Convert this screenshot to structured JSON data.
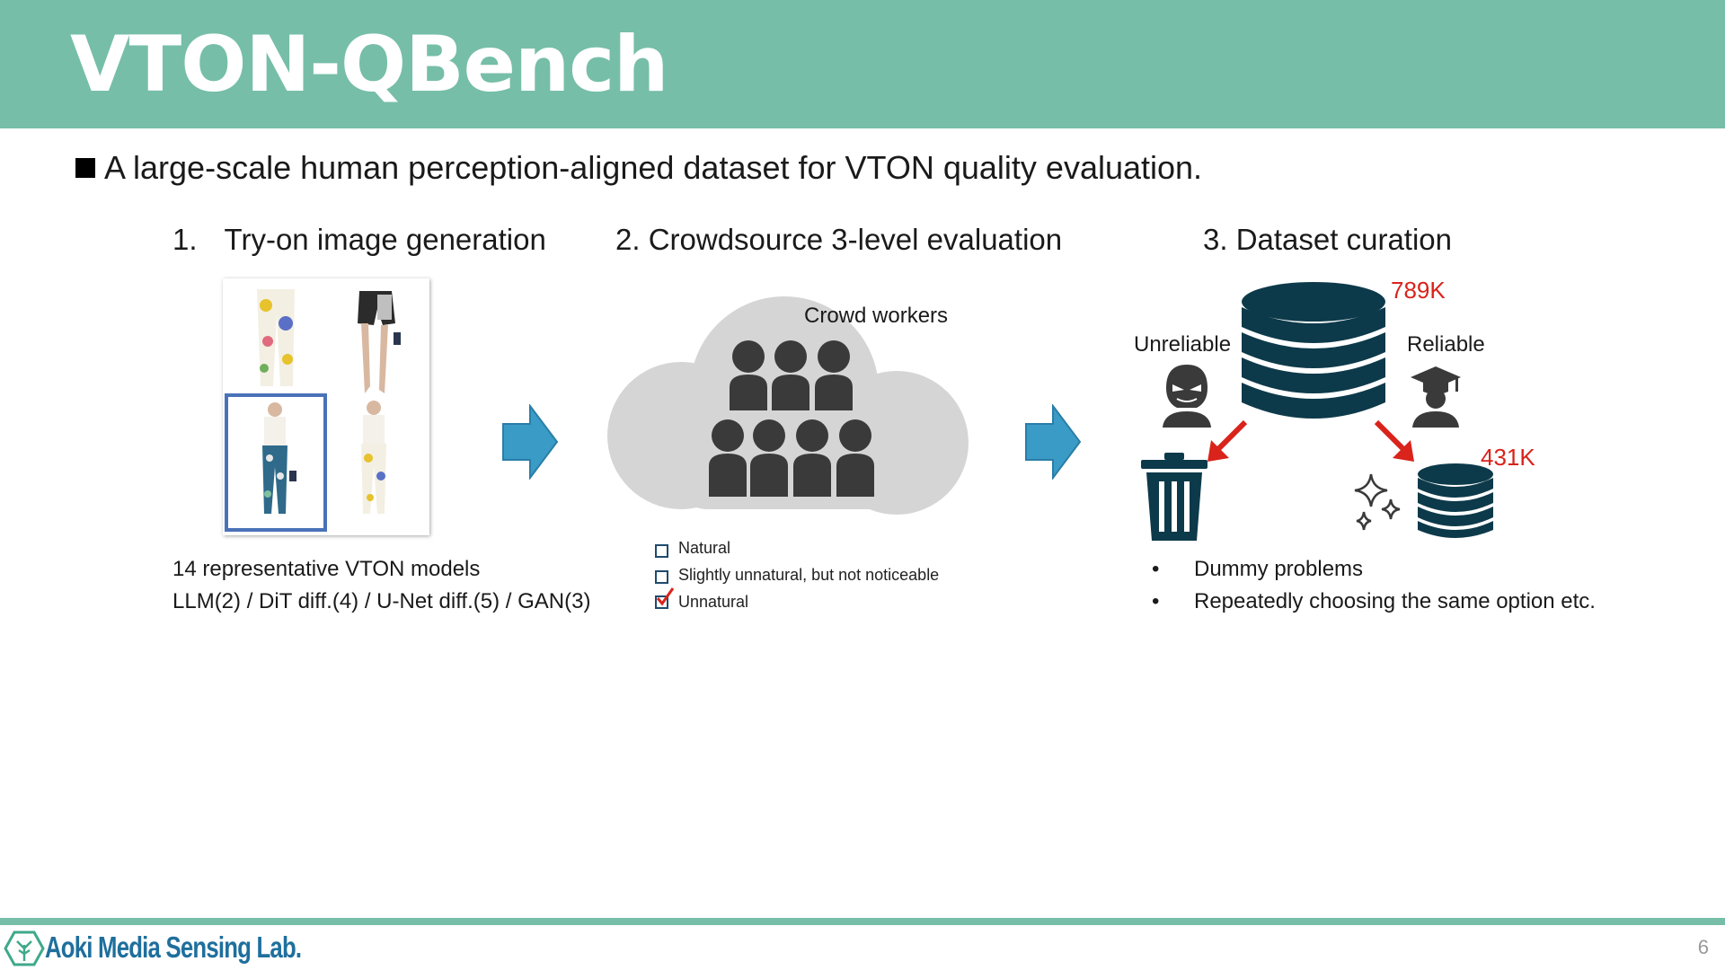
{
  "header": {
    "title": "VTON-QBench"
  },
  "intro": {
    "text": "A large-scale human perception-aligned dataset for VTON quality evaluation."
  },
  "steps": [
    {
      "num": "1.",
      "label": "Try-on image generation"
    },
    {
      "num": "2.",
      "label": "Crowdsource 3-level evaluation"
    },
    {
      "num": "3.",
      "label": "Dataset curation"
    }
  ],
  "generation": {
    "models_line": "14 representative VTON models",
    "breakdown_line": "LLM(2) / DiT diff.(4) / U-Net diff.(5) / GAN(3)"
  },
  "crowd": {
    "label": "Crowd workers",
    "options": [
      {
        "text": "Natural",
        "checked": false
      },
      {
        "text": "Slightly unnatural, but not noticeable",
        "checked": false
      },
      {
        "text": "Unnatural",
        "checked": true
      }
    ]
  },
  "curation": {
    "total": "789K",
    "kept": "431K",
    "unreliable": "Unreliable",
    "reliable": "Reliable",
    "filters": [
      "Dummy problems",
      "Repeatedly choosing the same option etc."
    ]
  },
  "colors": {
    "accent": "#76bea8",
    "arrow": "#3a9bc6",
    "db": "#0d3a4a",
    "red": "#d9231b",
    "icon": "#3a3a3a"
  },
  "footer": {
    "lab": "Aoki Media Sensing Lab.",
    "page": "6"
  }
}
